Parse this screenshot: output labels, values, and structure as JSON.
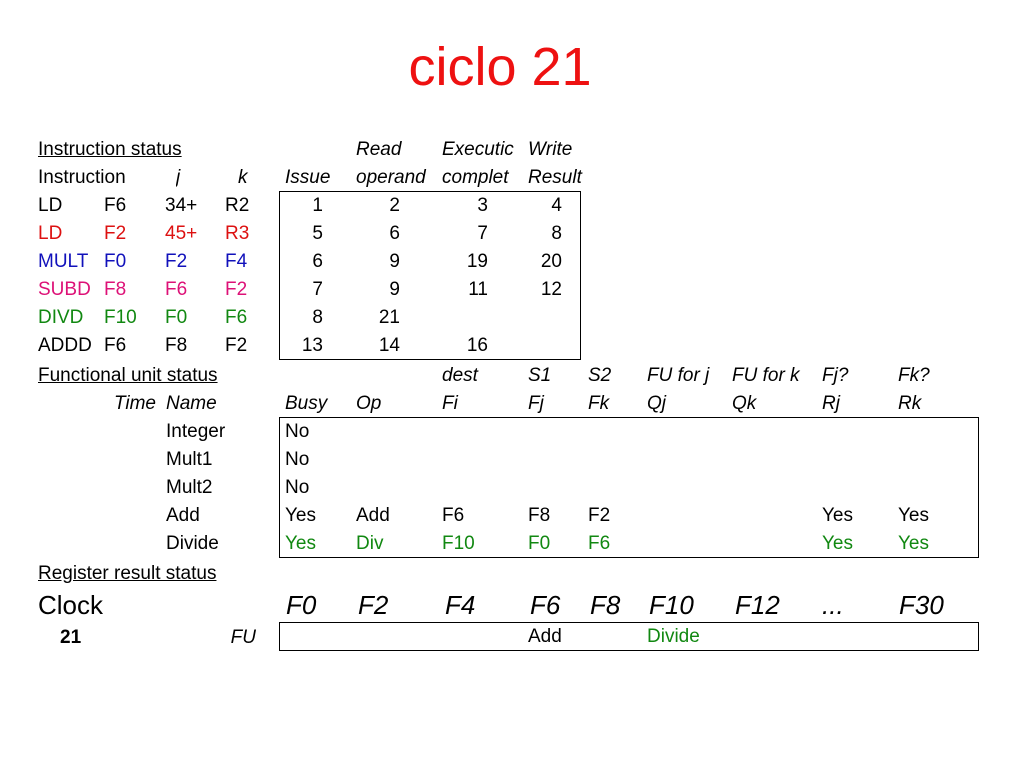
{
  "title": "ciclo 21",
  "colors": {
    "title": "#ee1111",
    "red": "#dd1111",
    "blue": "#1111bb",
    "magenta": "#dd1177",
    "green": "#118811",
    "black": "#000000"
  },
  "instr_section": {
    "label": "Instruction status",
    "header1": {
      "read": "Read",
      "exec": "Executic",
      "write": "Write"
    },
    "header2": {
      "instruction": "Instruction",
      "j": "j",
      "k": "k",
      "issue": "Issue",
      "read": "operand",
      "exec": "complet",
      "write": "Result"
    },
    "rows": [
      {
        "op": "LD",
        "dest": "F6",
        "j": "34+",
        "k": "R2",
        "issue": "1",
        "read": "2",
        "exec": "3",
        "write": "4",
        "color": "#000000"
      },
      {
        "op": "LD",
        "dest": "F2",
        "j": "45+",
        "k": "R3",
        "issue": "5",
        "read": "6",
        "exec": "7",
        "write": "8",
        "color": "#dd1111"
      },
      {
        "op": "MULT",
        "dest": "F0",
        "j": "F2",
        "k": "F4",
        "issue": "6",
        "read": "9",
        "exec": "19",
        "write": "20",
        "color": "#1111bb"
      },
      {
        "op": "SUBD",
        "dest": "F8",
        "j": "F6",
        "k": "F2",
        "issue": "7",
        "read": "9",
        "exec": "11",
        "write": "12",
        "color": "#dd1177"
      },
      {
        "op": "DIVD",
        "dest": "F10",
        "j": "F0",
        "k": "F6",
        "issue": "8",
        "read": "21",
        "exec": "",
        "write": "",
        "color": "#118811"
      },
      {
        "op": "ADDD",
        "dest": "F6",
        "j": "F8",
        "k": "F2",
        "issue": "13",
        "read": "14",
        "exec": "16",
        "write": "",
        "color": "#000000"
      }
    ]
  },
  "fu_section": {
    "label": "Functional unit status",
    "header1": {
      "dest": "dest",
      "s1": "S1",
      "s2": "S2",
      "fuj": "FU for j",
      "fuk": "FU for k",
      "fjq": "Fj?",
      "fkq": "Fk?"
    },
    "header2": {
      "time": "Time",
      "name": "Name",
      "busy": "Busy",
      "op": "Op",
      "fi": "Fi",
      "fj": "Fj",
      "fk": "Fk",
      "qj": "Qj",
      "qk": "Qk",
      "rj": "Rj",
      "rk": "Rk"
    },
    "rows": [
      {
        "name": "Integer",
        "busy": "No",
        "op": "",
        "fi": "",
        "fj": "",
        "fk": "",
        "qj": "",
        "qk": "",
        "rj": "",
        "rk": "",
        "color": "#000000"
      },
      {
        "name": "Mult1",
        "busy": "No",
        "op": "",
        "fi": "",
        "fj": "",
        "fk": "",
        "qj": "",
        "qk": "",
        "rj": "",
        "rk": "",
        "color": "#000000"
      },
      {
        "name": "Mult2",
        "busy": "No",
        "op": "",
        "fi": "",
        "fj": "",
        "fk": "",
        "qj": "",
        "qk": "",
        "rj": "",
        "rk": "",
        "color": "#000000"
      },
      {
        "name": "Add",
        "busy": "Yes",
        "op": "Add",
        "fi": "F6",
        "fj": "F8",
        "fk": "F2",
        "qj": "",
        "qk": "",
        "rj": "Yes",
        "rk": "Yes",
        "color": "#000000"
      },
      {
        "name": "Divide",
        "busy": "Yes",
        "op": "Div",
        "fi": "F10",
        "fj": "F0",
        "fk": "F6",
        "qj": "",
        "qk": "",
        "rj": "Yes",
        "rk": "Yes",
        "color": "#118811"
      }
    ]
  },
  "reg_section": {
    "label": "Register result status",
    "clock_label": "Clock",
    "clock_value": "21",
    "fu_label": "FU",
    "registers": [
      "F0",
      "F2",
      "F4",
      "F6",
      "F8",
      "F10",
      "F12",
      "...",
      "F30"
    ],
    "values": [
      "",
      "",
      "",
      "Add",
      "",
      "Divide",
      "",
      "",
      ""
    ],
    "value_colors": [
      "#000000",
      "#000000",
      "#000000",
      "#000000",
      "#000000",
      "#118811",
      "#000000",
      "#000000",
      "#000000"
    ]
  }
}
